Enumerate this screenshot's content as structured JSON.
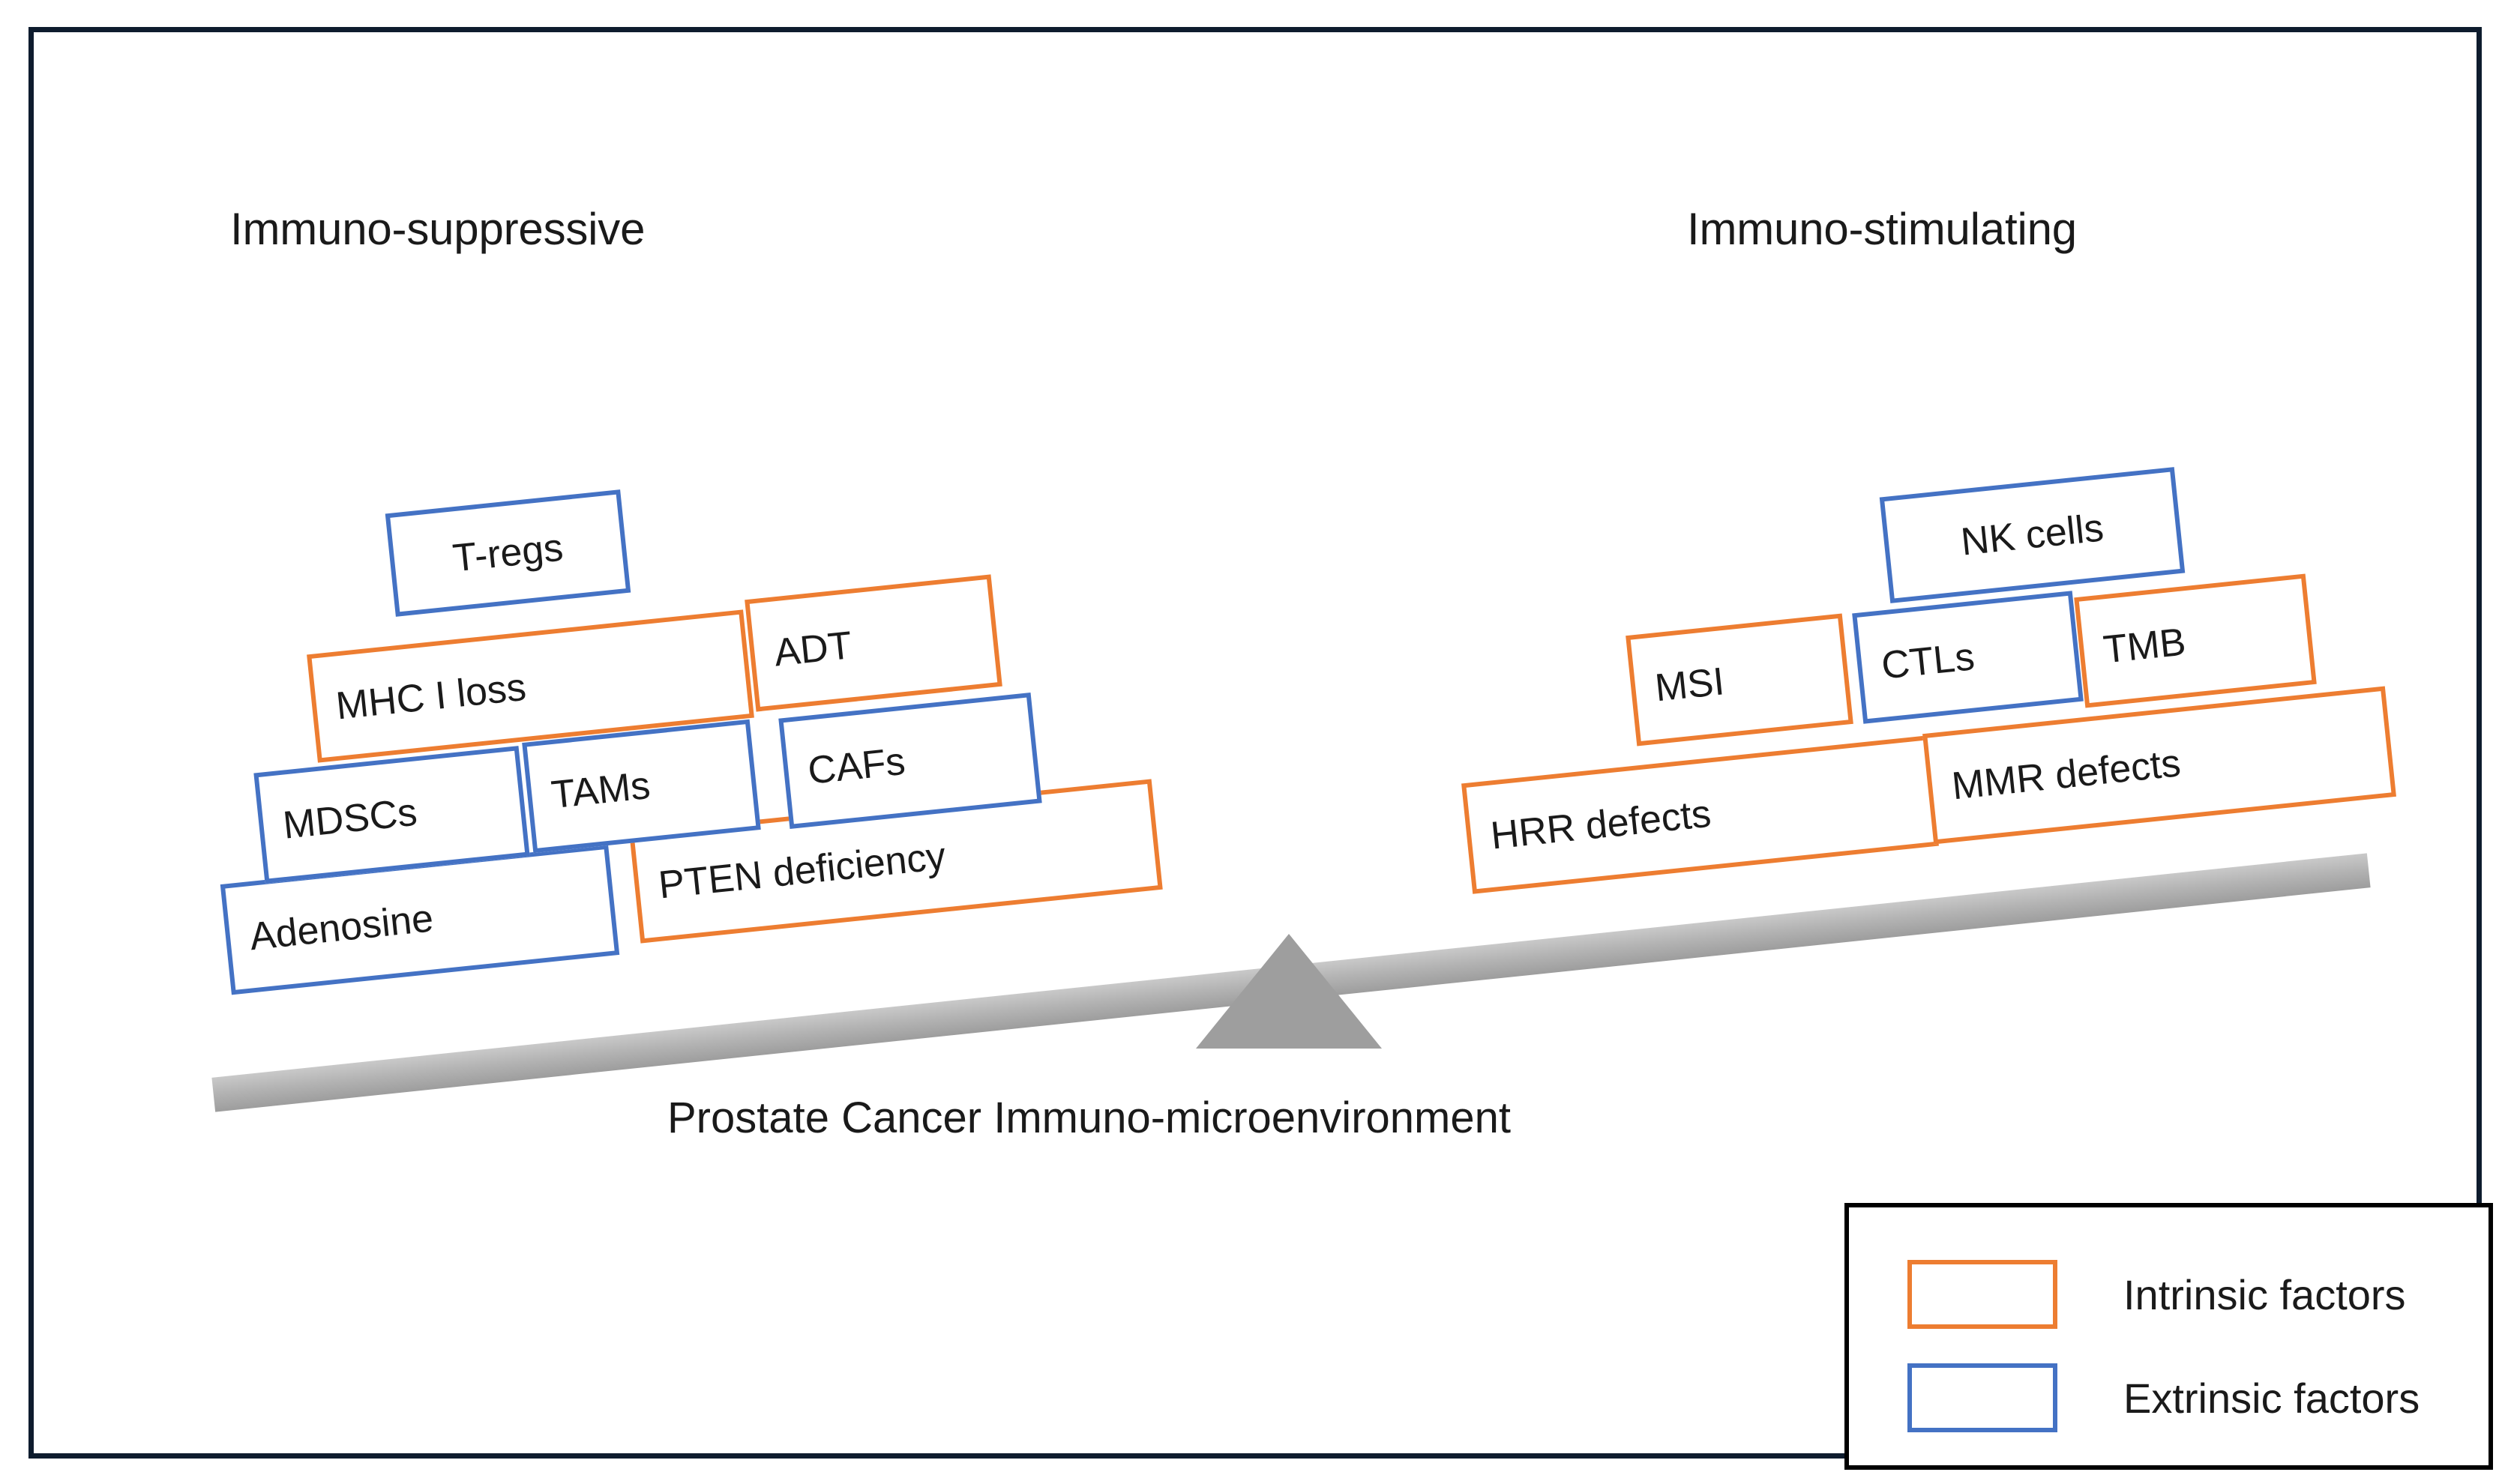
{
  "figure": {
    "caption": "Prostate Cancer Immuno-microenvironment",
    "left_heading": "Immuno-suppressive",
    "right_heading": "Immuno-stimulating"
  },
  "colors": {
    "intrinsic": "#ED7D31",
    "extrinsic": "#4472C4",
    "beam": "#b4b4b4",
    "fulcrum": "#9e9e9e",
    "frame": "#0e1c2e",
    "text": "#1a1a1a"
  },
  "chart_data": {
    "type": "diagram",
    "title": "Prostate Cancer Immuno-microenvironment",
    "subtype": "balance-scale",
    "tilt_degrees": -5.9,
    "sides": [
      {
        "name": "Immuno-suppressive",
        "position": "left",
        "weight": "heavier",
        "items": [
          {
            "label": "T-regs",
            "category": "Extrinsic factors"
          },
          {
            "label": "MHC I loss",
            "category": "Intrinsic factors"
          },
          {
            "label": "ADT",
            "category": "Intrinsic factors"
          },
          {
            "label": "MDSCs",
            "category": "Extrinsic factors"
          },
          {
            "label": "TAMs",
            "category": "Extrinsic factors"
          },
          {
            "label": "CAFs",
            "category": "Extrinsic factors"
          },
          {
            "label": "Adenosine",
            "category": "Extrinsic factors"
          },
          {
            "label": "PTEN deficiency",
            "category": "Intrinsic factors"
          }
        ]
      },
      {
        "name": "Immuno-stimulating",
        "position": "right",
        "weight": "lighter",
        "items": [
          {
            "label": "NK cells",
            "category": "Extrinsic factors"
          },
          {
            "label": "MSI",
            "category": "Intrinsic factors"
          },
          {
            "label": "CTLs",
            "category": "Extrinsic factors"
          },
          {
            "label": "TMB",
            "category": "Intrinsic factors"
          },
          {
            "label": "HRR defects",
            "category": "Intrinsic factors"
          },
          {
            "label": "MMR defects",
            "category": "Intrinsic factors"
          }
        ]
      }
    ]
  },
  "boxes": {
    "tregs": "T-regs",
    "mhc": "MHC I loss",
    "adt": "ADT",
    "mdscs": "MDSCs",
    "tams": "TAMs",
    "cafs": "CAFs",
    "adenosine": "Adenosine",
    "pten": "PTEN deficiency",
    "nk": "NK cells",
    "msi": "MSI",
    "ctls": "CTLs",
    "tmb": "TMB",
    "hrr": "HRR defects",
    "mmr": "MMR defects"
  },
  "legend": {
    "intrinsic_label": "Intrinsic factors",
    "extrinsic_label": "Extrinsic factors"
  }
}
